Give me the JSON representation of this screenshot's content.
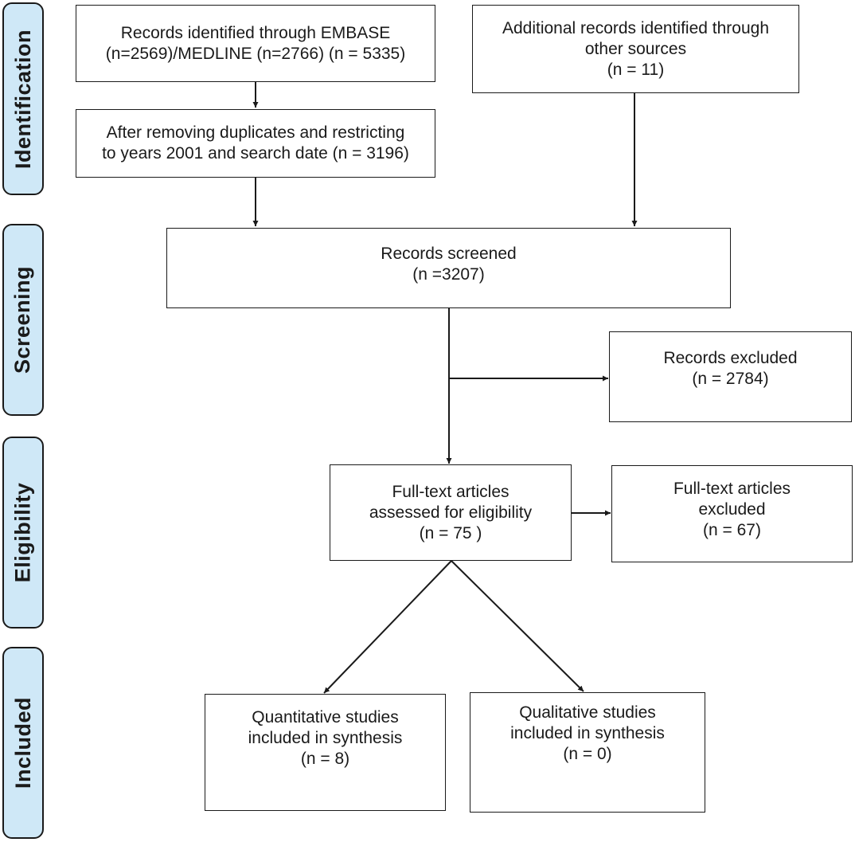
{
  "phases": {
    "identification": "Identification",
    "screening": "Screening",
    "eligibility": "Eligibility",
    "included": "Included"
  },
  "boxes": {
    "records_identified": [
      "Records identified through EMBASE",
      "(n=2569)/MEDLINE (n=2766) (n = 5335)"
    ],
    "additional_records": [
      "Additional records identified through",
      "other sources",
      "(n = 11)"
    ],
    "after_duplicates": [
      "After removing duplicates and restricting",
      "to years 2001 and search date (n = 3196)"
    ],
    "records_screened": [
      "Records screened",
      "(n =3207)"
    ],
    "records_excluded": [
      "Records excluded",
      "(n = 2784)"
    ],
    "fulltext_assessed": [
      "Full-text articles",
      "assessed for eligibility",
      "(n = 75 )"
    ],
    "fulltext_excluded": [
      "Full-text articles",
      "excluded",
      "(n = 67)"
    ],
    "quantitative": [
      "Quantitative studies",
      "included in synthesis",
      "(n = 8)"
    ],
    "qualitative": [
      "Qualitative studies",
      "included in synthesis",
      "(n = 0)"
    ]
  },
  "colors": {
    "phase_fill": "#cfe8f7",
    "stroke": "#1a1a1a"
  }
}
